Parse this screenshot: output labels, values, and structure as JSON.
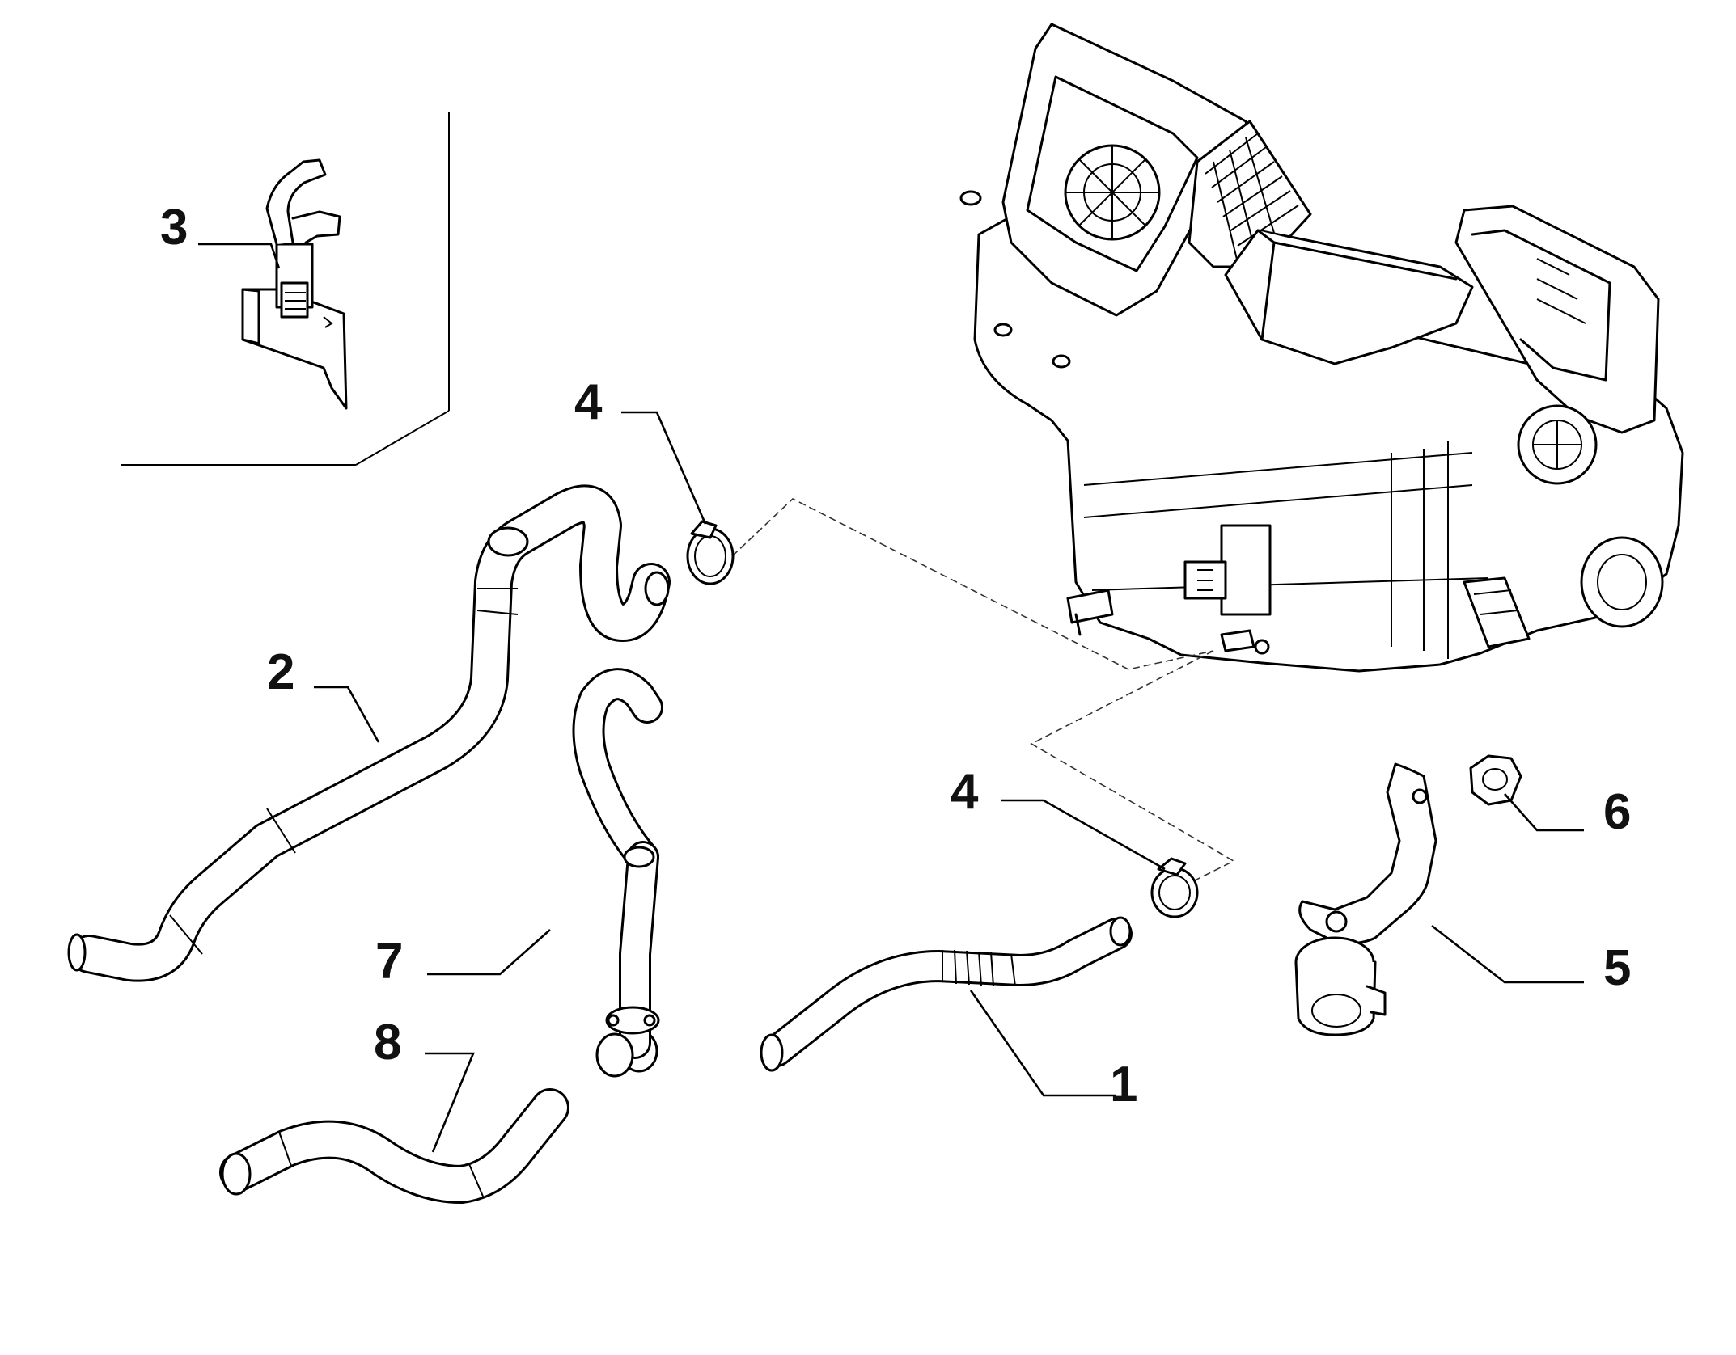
{
  "callouts": [
    {
      "id": "1",
      "label": "1",
      "part": "hose-1"
    },
    {
      "id": "2",
      "label": "2",
      "part": "hose-2"
    },
    {
      "id": "3",
      "label": "3",
      "part": "clip-3"
    },
    {
      "id": "4a",
      "label": "4",
      "part": "clamp-4-upper"
    },
    {
      "id": "4b",
      "label": "4",
      "part": "clamp-4-lower"
    },
    {
      "id": "5",
      "label": "5",
      "part": "bracket-5"
    },
    {
      "id": "6",
      "label": "6",
      "part": "nut-6"
    },
    {
      "id": "7",
      "label": "7",
      "part": "hose-7"
    },
    {
      "id": "8",
      "label": "8",
      "part": "hose-8"
    }
  ]
}
